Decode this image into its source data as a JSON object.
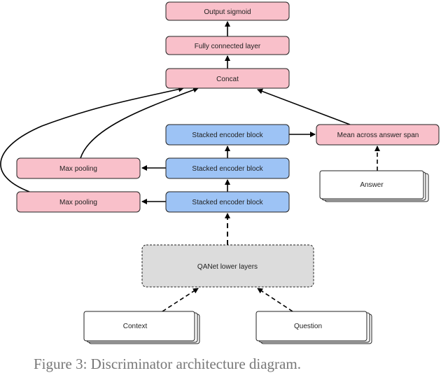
{
  "colors": {
    "pink": "#f9c0ca",
    "blue": "#9dc3f5",
    "gray": "#dcdcdc",
    "white": "#ffffff"
  },
  "nodes": {
    "output": "Output sigmoid",
    "fc": "Fully connected layer",
    "concat": "Concat",
    "enc1": "Stacked encoder block",
    "enc2": "Stacked encoder block",
    "enc3": "Stacked encoder block",
    "mean": "Mean across answer span",
    "pool1": "Max pooling",
    "pool2": "Max pooling",
    "answer": "Answer",
    "qanet": "QANet lower layers",
    "context": "Context",
    "question": "Question"
  },
  "caption": "Figure 3: Discriminator architecture diagram."
}
